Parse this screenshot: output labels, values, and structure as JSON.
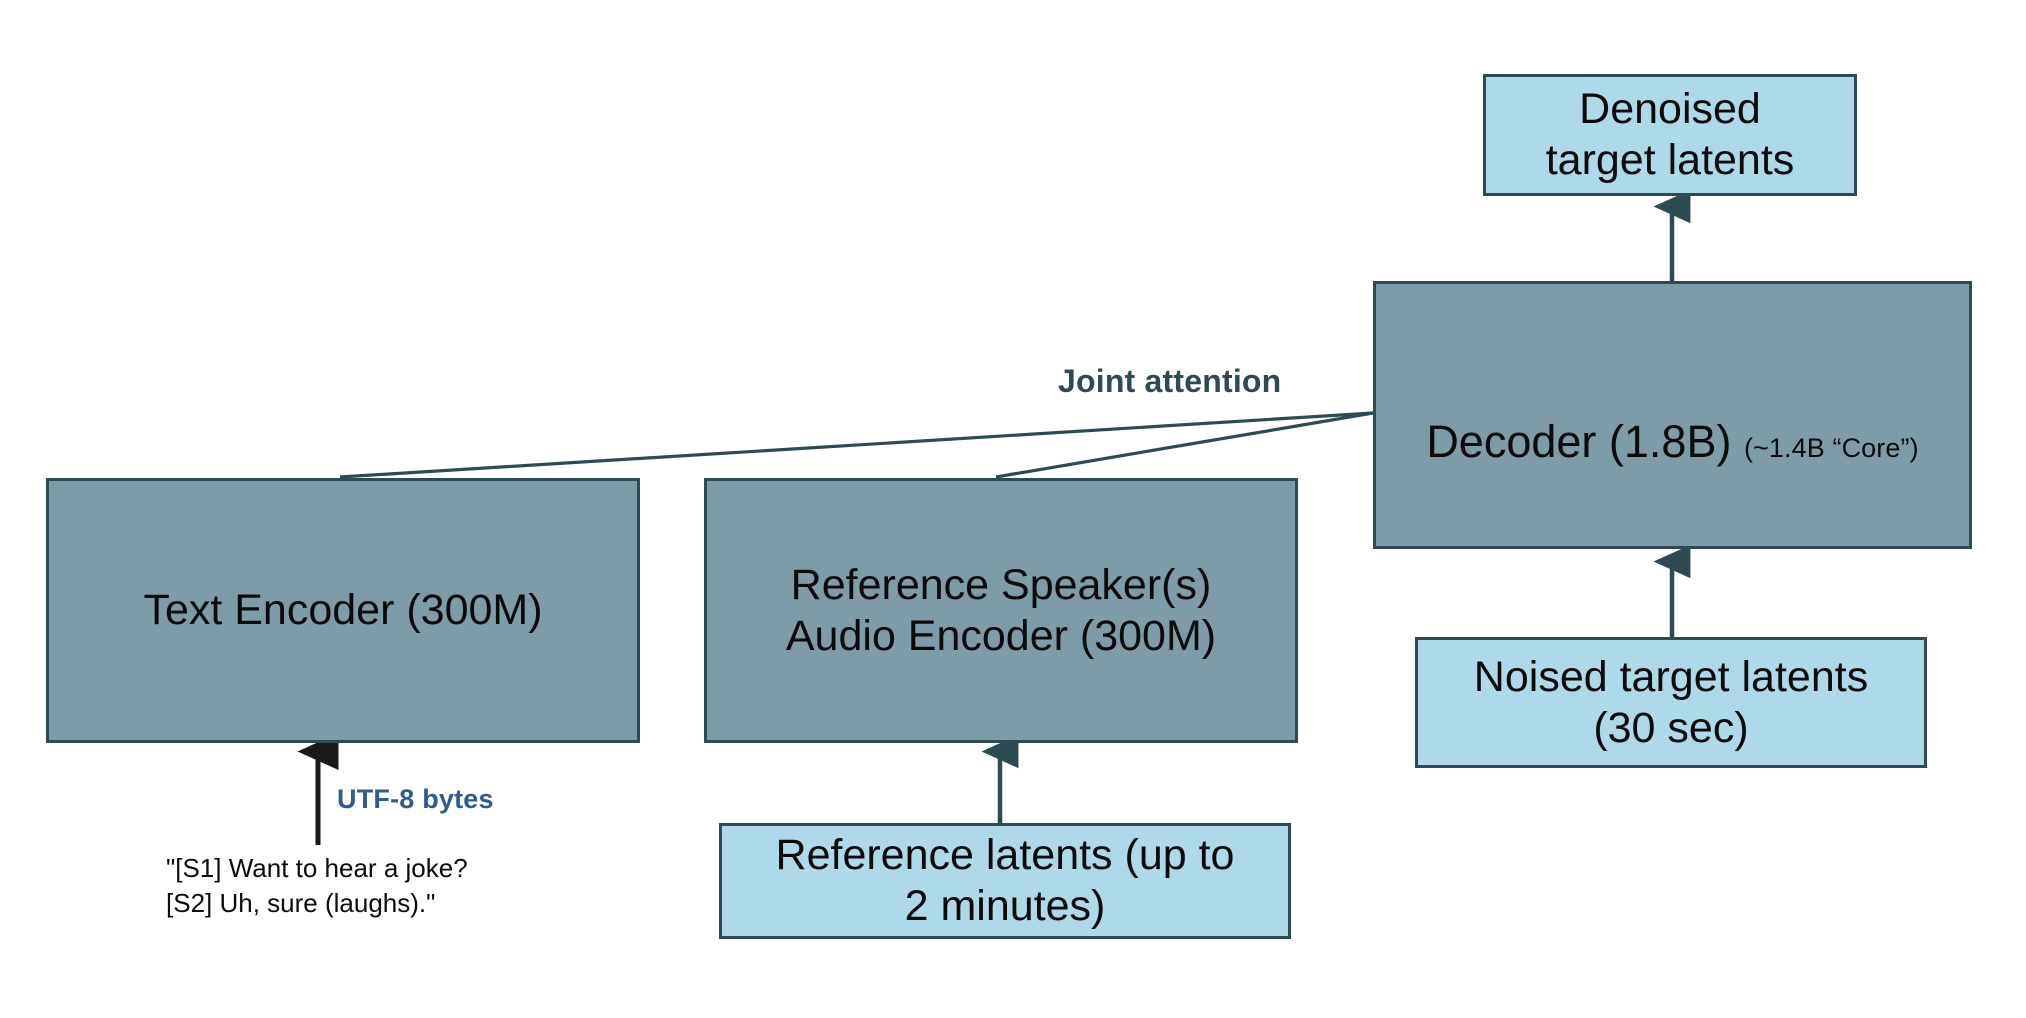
{
  "diagram": {
    "title": "Speech model architecture diagram",
    "colors": {
      "light_blue_fill": "#AED9E8",
      "slate_fill": "#7E9CA8",
      "border": "#2F4A52",
      "arrow_black": "#1A1A1A",
      "accent_blue_text": "#2E5B91",
      "joint_label_color": "#2F4A52",
      "background": "#FFFFFF"
    },
    "nodes": {
      "denoised_target_latents": "Denoised\ntarget latents",
      "decoder_main": "Decoder (1.8B)",
      "decoder_sub": "(~1.4B “Core”)",
      "noised_target_latents": "Noised target latents\n(30 sec)",
      "text_encoder": "Text Encoder (300M)",
      "audio_encoder": "Reference Speaker(s)\nAudio Encoder (300M)",
      "reference_latents": "Reference latents (up to\n2 minutes)"
    },
    "labels": {
      "joint_attention": "Joint attention",
      "utf8_bytes": "UTF-8 bytes",
      "transcript_sample": "\"[S1] Want to hear a joke? [S2] Uh, sure (laughs).\""
    },
    "edges": [
      {
        "name": "decoder-to-denoised",
        "from": "Decoder (1.8B)",
        "to": "Denoised target latents",
        "arrow": true
      },
      {
        "name": "noised-to-decoder",
        "from": "Noised target latents (30 sec)",
        "to": "Decoder (1.8B)",
        "arrow": true
      },
      {
        "name": "text-encoder-to-decoder",
        "from": "Text Encoder (300M)",
        "to": "Decoder (1.8B)",
        "arrow": false,
        "label": "Joint attention"
      },
      {
        "name": "audio-encoder-to-decoder",
        "from": "Reference Speaker(s) Audio Encoder (300M)",
        "to": "Decoder (1.8B)",
        "arrow": false,
        "label": "Joint attention"
      },
      {
        "name": "transcript-to-text-encoder",
        "from": "UTF-8 bytes",
        "to": "Text Encoder (300M)",
        "arrow": true
      },
      {
        "name": "reference-latents-to-audio-encoder",
        "from": "Reference latents (up to 2 minutes)",
        "to": "Reference Speaker(s) Audio Encoder (300M)",
        "arrow": true
      }
    ]
  }
}
